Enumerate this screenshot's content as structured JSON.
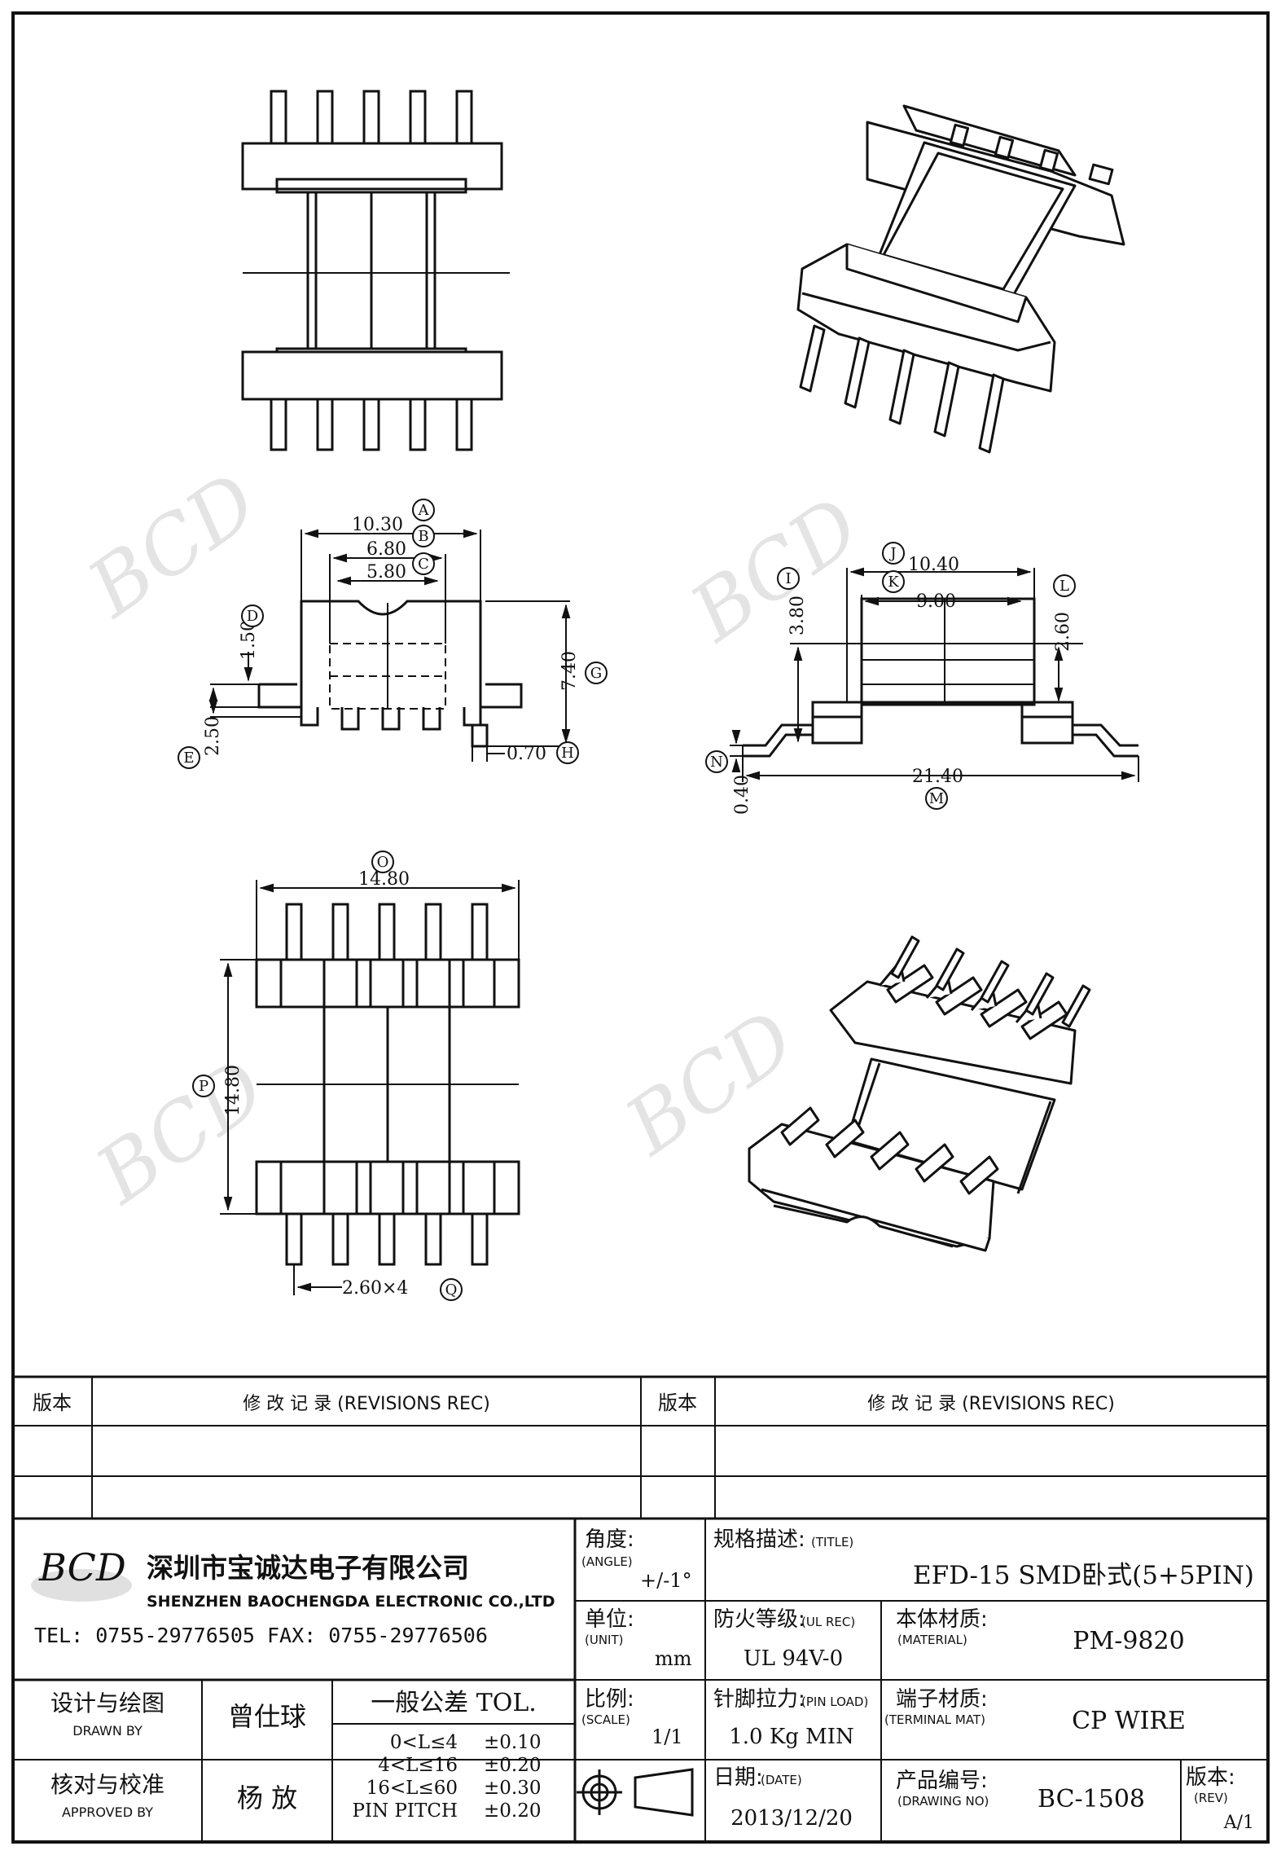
{
  "views": {
    "front_dims": {
      "A": {
        "letter": "A",
        "value": "10.30"
      },
      "B": {
        "letter": "B",
        "value": "6.80"
      },
      "C": {
        "letter": "C",
        "value": "5.80"
      },
      "D": {
        "letter": "D",
        "value": "1.50"
      },
      "E": {
        "letter": "E",
        "value": "2.50"
      },
      "G": {
        "letter": "G",
        "value": "7.40"
      },
      "H": {
        "letter": "H",
        "value": "0.70"
      }
    },
    "side_dims": {
      "I": {
        "letter": "I",
        "value": "3.80"
      },
      "J": {
        "letter": "J",
        "value": "10.40"
      },
      "K": {
        "letter": "K",
        "value": "9.00"
      },
      "L": {
        "letter": "L",
        "value": "2.60"
      },
      "M": {
        "letter": "M",
        "value": "21.40"
      },
      "N": {
        "letter": "N",
        "value": "0.40"
      }
    },
    "bottom_dims": {
      "O": {
        "letter": "O",
        "value": "14.80"
      },
      "P": {
        "letter": "P",
        "value": "14.80"
      },
      "Q": {
        "letter": "Q",
        "value": "2.60×4"
      }
    }
  },
  "watermark": "BCD",
  "title_block": {
    "revisions": {
      "ver_label": "版本",
      "rev_label": "修 改 记 录  (REVISIONS REC)"
    },
    "company": {
      "logo_text": "BCD",
      "name_cn": "深圳市宝诚达电子有限公司",
      "name_en": "SHENZHEN BAOCHENGDA ELECTRONIC CO.,LTD",
      "contact": "TEL: 0755-29776505  FAX: 0755-29776506"
    },
    "angle": {
      "label_cn": "角度:",
      "label_en": "(ANGLE)",
      "value": "+/-1°"
    },
    "unit": {
      "label_cn": "单位:",
      "label_en": "(UNIT)",
      "value": "mm"
    },
    "scale": {
      "label_cn": "比例:",
      "label_en": "(SCALE)",
      "value": "1/1"
    },
    "title": {
      "label_cn": "规格描述:",
      "label_en": "(TITLE)",
      "value": "EFD-15 SMD卧式(5+5PIN)"
    },
    "ul": {
      "label_cn": "防火等级:",
      "label_en": "(UL REC)",
      "value": "UL 94V-0"
    },
    "material": {
      "label_cn": "本体材质:",
      "label_en": "(MATERIAL)",
      "value": "PM-9820"
    },
    "pin_load": {
      "label_cn": "针脚拉力:",
      "label_en": "(PIN LOAD)",
      "value": "1.0 Kg MIN"
    },
    "terminal": {
      "label_cn": "端子材质:",
      "label_en": "(TERMINAL MAT)",
      "value": "CP WIRE"
    },
    "date": {
      "label_cn": "日期:",
      "label_en": "(DATE)",
      "value": "2013/12/20"
    },
    "drawing_no": {
      "label_cn": "产品编号:",
      "label_en": "(DRAWING NO)",
      "value": "BC-1508"
    },
    "rev": {
      "label_cn": "版本:",
      "label_en": "(REV)",
      "value": "A/1"
    },
    "drawn": {
      "label_cn": "设计与绘图",
      "label_en": "DRAWN BY",
      "name": "曾仕球"
    },
    "approved": {
      "label_cn": "核对与校准",
      "label_en": "APPROVED BY",
      "name": "杨  放"
    },
    "tolerance": {
      "title": "一般公差 TOL.",
      "rows": [
        {
          "range": "0<L≤4",
          "tol": "±0.10"
        },
        {
          "range": "4<L≤16",
          "tol": "±0.20"
        },
        {
          "range": "16<L≤60",
          "tol": "±0.30"
        },
        {
          "range": "PIN PITCH",
          "tol": "±0.20"
        }
      ]
    }
  }
}
